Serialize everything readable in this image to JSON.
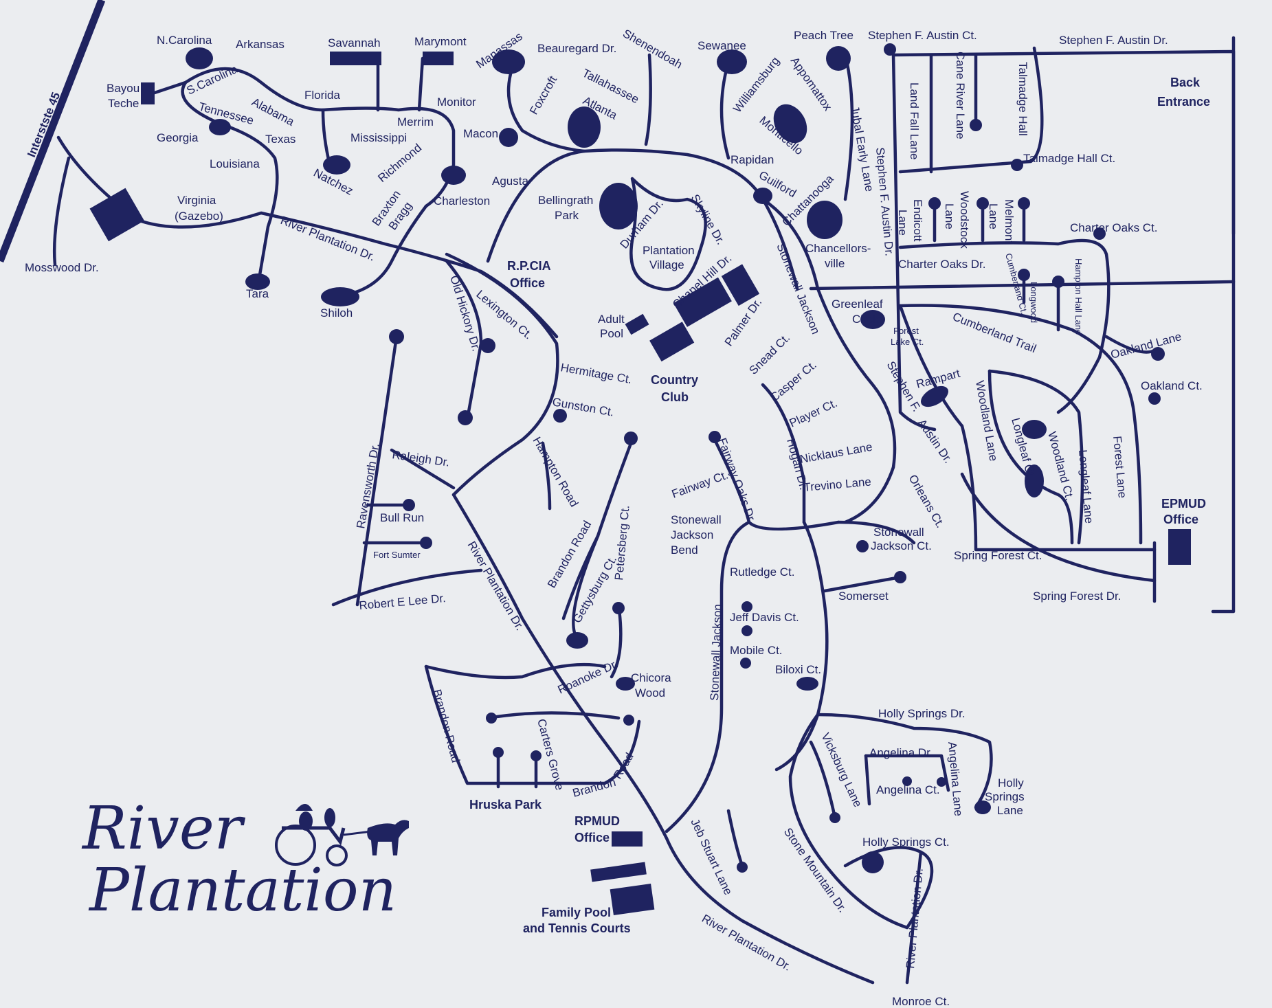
{
  "map": {
    "title_line1": "River",
    "title_line2": "Plantation",
    "landmarks": {
      "interstate": "Interstste 45",
      "back_entrance_1": "Back",
      "back_entrance_2": "Entrance",
      "rpcia_1": "R.P.CIA",
      "rpcia_2": "Office",
      "country_club_1": "Country",
      "country_club_2": "Club",
      "adult_pool_1": "Adult",
      "adult_pool_2": "Pool",
      "plantation_village_1": "Plantation",
      "plantation_village_2": "Village",
      "epmud_1": "EPMUD",
      "epmud_2": "Office",
      "rpmud_1": "RPMUD",
      "rpmud_2": "Office",
      "family_pool_1": "Family Pool",
      "family_pool_2": "and Tennis Courts",
      "hruska_park": "Hruska Park",
      "bellingrath_1": "Bellingrath",
      "bellingrath_2": "Park",
      "virginia_1": "Virginia",
      "virginia_2": "(Gazebo)",
      "greenleaf_1": "Greenleaf",
      "greenleaf_2": "Circle",
      "chancellorsville_1": "Chancellors-",
      "chancellorsville_2": "ville"
    },
    "streets": {
      "n_carolina": "N.Carolina",
      "arkansas": "Arkansas",
      "savannah": "Savannah",
      "marymont": "Marymont",
      "manassas": "Manassas",
      "beauregard": "Beauregard Dr.",
      "shenendoah": "Shenendoah",
      "sewanee": "Sewanee",
      "peach_tree": "Peach Tree",
      "stephen_austin_ct": "Stephen F. Austin Ct.",
      "stephen_austin_dr": "Stephen F. Austin Dr.",
      "bayou_1": "Bayou",
      "bayou_2": "Teche",
      "s_carolina": "S.Carolina",
      "tennessee": "Tennessee",
      "alabama": "Alabama",
      "florida": "Florida",
      "monitor": "Monitor",
      "merrim": "Merrim",
      "mississippi": "Mississippi",
      "georgia": "Georgia",
      "texas": "Texas",
      "louisiana": "Louisiana",
      "natchez": "Natchez",
      "richmond": "Richmond",
      "charleston": "Charleston",
      "macon": "Macon",
      "foxcroft": "Foxcroft",
      "tallahassee": "Tallahassee",
      "atlanta": "Atlanta",
      "williamsburg": "Williamsburg",
      "appomattox": "Appomattox",
      "monticello": "Monticello",
      "jubal_early": "Jubal Early Lane",
      "rapidan": "Rapidan",
      "guilford": "Guilford",
      "chattanooga": "Chattanooga",
      "agusta": "Agusta",
      "braxton": "Braxton",
      "bragg": "Bragg",
      "river_plantation_dr": "River Plantation Dr.",
      "mosswood": "Mosswood Dr.",
      "tara": "Tara",
      "shiloh": "Shiloh",
      "durham": "Durham Dr.",
      "skyline": "Skyline Dr.",
      "chapel_hill": "Chapel Hill Dr.",
      "old_hickory": "Old Hickory Dr.",
      "lexington": "Lexington Ct.",
      "hermitage": "Hermitage Ct.",
      "gunston": "Gunston Ct.",
      "hampton_road": "Hampton Road",
      "raleigh": "Raleigh Dr.",
      "ravensworth": "Ravensworth Dr.",
      "bull_run": "Bull Run",
      "fort_sumter": "Fort Sumter",
      "robert_e_lee": "Robert E Lee Dr.",
      "brandon_road": "Brandon Road",
      "gettysburg": "Gettysburg Ct.",
      "petersberg": "Petersberg Ct.",
      "roanoke": "Roanoke Dr.",
      "chicora_1": "Chicora",
      "chicora_2": "Wood",
      "carters_grove": "Carters Grove",
      "brandon": "Brandon",
      "road": "Road",
      "stonewall_jackson": "Stonewall Jackson",
      "palmer": "Palmer Dr.",
      "snead": "Snead Ct.",
      "casper": "Casper Ct.",
      "player": "Player Ct.",
      "hogan": "Hogan Dr.",
      "nicklaus": "Nicklaus Lane",
      "trevino": "Trevino Lane",
      "fairway_ct": "Fairway Ct.",
      "fairway_oaks": "Fairway Oaks Dr.",
      "sj_bend_1": "Stonewall",
      "sj_bend_2": "Jackson",
      "sj_bend_3": "Bend",
      "rutledge": "Rutledge Ct.",
      "jeff_davis": "Jeff Davis Ct.",
      "mobile": "Mobile Ct.",
      "biloxi": "Biloxi Ct.",
      "somerset": "Somerset",
      "sj_ct_1": "Stonewall",
      "sj_ct_2": "Jackson Ct.",
      "jeb_stuart": "Jeb Stuart Lane",
      "holly_springs_dr": "Holly Springs Dr.",
      "angelina_dr": "Angelina Dr.",
      "angelina_ct": "Angelina Ct.",
      "angelina_lane": "Angelina Lane",
      "holly_springs_lane_1": "Holly",
      "holly_springs_lane_2": "Springs",
      "holly_springs_lane_3": "Lane",
      "vicksburg": "Vicksburg Lane",
      "stone_mountain": "Stone Mountain Dr.",
      "holly_springs_ct": "Holly Springs Ct.",
      "monroe": "Monroe Ct.",
      "cane_river": "Cane River Lane",
      "land_fall": "Land Fall Lane",
      "talmadge_hall": "Talmadge Hall",
      "talmadge_hall_ct": "Talmadge Hall Ct.",
      "endicott_1": "Endicott",
      "endicott_2": "Lane",
      "woodstock_1": "Woodstock",
      "woodstock_2": "Lane",
      "melmont_1": "Melmont",
      "melmont_2": "Lane",
      "charter_oaks_ct": "Charter Oaks Ct.",
      "charter_oaks_dr": "Charter Oaks Dr.",
      "cumberland_ct": "Cumberland Ct.",
      "longwood": "Longwood",
      "hampton_hall": "Hampton Hall Lane",
      "cumberland_trail": "Cumberland Trail",
      "forest_lake_1": "Forest",
      "forest_lake_2": "Lake Ct.",
      "oakland_lane": "Oakland Lane",
      "oakland_ct": "Oakland Ct.",
      "rampart": "Rampart",
      "stephen_f": "Stephen F.",
      "austin_dr": "Austin Dr.",
      "woodland_lane": "Woodland Lane",
      "longleaf_ct": "Longleaf Ct.",
      "woodland_ct": "Woodland Ct.",
      "longleaf_lane": "Longleaf Lane",
      "forest_lane": "Forest Lane",
      "orleans": "Orleans Ct.",
      "spring_forest_ct": "Spring Forest Ct.",
      "spring_forest_dr": "Spring Forest Dr."
    }
  }
}
